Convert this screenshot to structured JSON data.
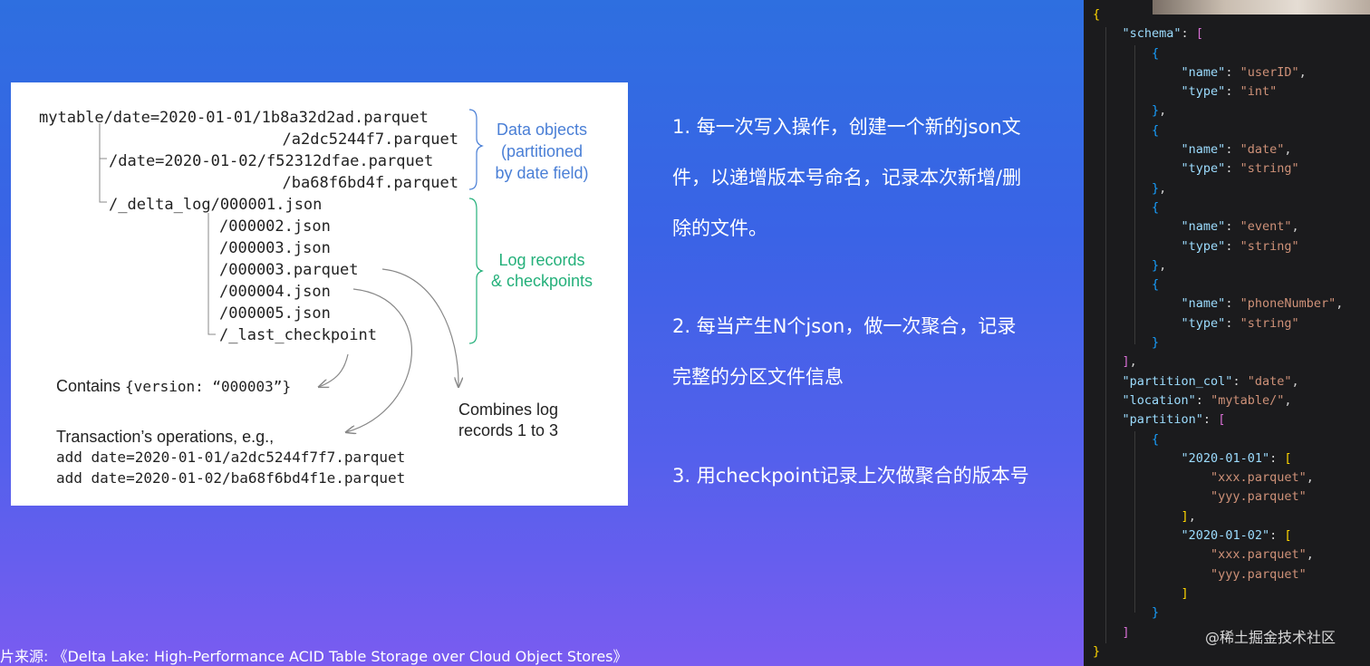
{
  "diagram": {
    "paths": [
      "mytable/date=2020-01-01/1b8a32d2ad.parquet",
      "/a2dc5244f7.parquet",
      "/date=2020-01-02/f52312dfae.parquet",
      "/ba68f6bd4f.parquet",
      "/_delta_log/000001.json",
      "/000002.json",
      "/000003.json",
      "/000003.parquet",
      "/000004.json",
      "/000005.json",
      "/_last_checkpoint"
    ],
    "data_objects_label": [
      "Data objects",
      "(partitioned",
      "by date field)"
    ],
    "log_records_label": [
      "Log records",
      "& checkpoints"
    ],
    "contains_prefix": "Contains ",
    "contains_code": "{version: “000003”}",
    "combines_label": [
      "Combines log",
      "records 1 to 3"
    ],
    "transaction_label": "Transaction’s operations, e.g.,",
    "operations": [
      "add date=2020-01-01/a2dc5244f7f7.parquet",
      "add date=2020-01-02/ba68f6bd4f1e.parquet"
    ]
  },
  "points": [
    [
      "1. 每一次写入操作，创建一个新的json文",
      "件，以递增版本号命名，记录本次新增/删",
      "除的文件。"
    ],
    [
      "2. 每当产生N个json，做一次聚合，记录",
      "完整的分区文件信息"
    ],
    [
      "3. 用checkpoint记录上次做聚合的版本号"
    ]
  ],
  "caption": "片来源: 《Delta Lake: High-Performance ACID Table Storage over Cloud Object Stores》",
  "watermark": "@稀土掘金技术社区",
  "editor": {
    "lines": [
      [
        [
          "b1",
          "{"
        ]
      ],
      [
        [
          "p",
          "    "
        ],
        [
          "k",
          "\"schema\""
        ],
        [
          "p",
          ": "
        ],
        [
          "b2",
          "["
        ]
      ],
      [
        [
          "p",
          "        "
        ],
        [
          "b3",
          "{"
        ]
      ],
      [
        [
          "p",
          "            "
        ],
        [
          "k",
          "\"name\""
        ],
        [
          "p",
          ": "
        ],
        [
          "s",
          "\"userID\""
        ],
        [
          "p",
          ","
        ]
      ],
      [
        [
          "p",
          "            "
        ],
        [
          "k",
          "\"type\""
        ],
        [
          "p",
          ": "
        ],
        [
          "s",
          "\"int\""
        ]
      ],
      [
        [
          "p",
          "        "
        ],
        [
          "b3",
          "}"
        ],
        [
          "p",
          ","
        ]
      ],
      [
        [
          "p",
          "        "
        ],
        [
          "b3",
          "{"
        ]
      ],
      [
        [
          "p",
          "            "
        ],
        [
          "k",
          "\"name\""
        ],
        [
          "p",
          ": "
        ],
        [
          "s",
          "\"date\""
        ],
        [
          "p",
          ","
        ]
      ],
      [
        [
          "p",
          "            "
        ],
        [
          "k",
          "\"type\""
        ],
        [
          "p",
          ": "
        ],
        [
          "s",
          "\"string\""
        ]
      ],
      [
        [
          "p",
          "        "
        ],
        [
          "b3",
          "}"
        ],
        [
          "p",
          ","
        ]
      ],
      [
        [
          "p",
          "        "
        ],
        [
          "b3",
          "{"
        ]
      ],
      [
        [
          "p",
          "            "
        ],
        [
          "k",
          "\"name\""
        ],
        [
          "p",
          ": "
        ],
        [
          "s",
          "\"event\""
        ],
        [
          "p",
          ","
        ]
      ],
      [
        [
          "p",
          "            "
        ],
        [
          "k",
          "\"type\""
        ],
        [
          "p",
          ": "
        ],
        [
          "s",
          "\"string\""
        ]
      ],
      [
        [
          "p",
          "        "
        ],
        [
          "b3",
          "}"
        ],
        [
          "p",
          ","
        ]
      ],
      [
        [
          "p",
          "        "
        ],
        [
          "b3",
          "{"
        ]
      ],
      [
        [
          "p",
          "            "
        ],
        [
          "k",
          "\"name\""
        ],
        [
          "p",
          ": "
        ],
        [
          "s",
          "\"phoneNumber\""
        ],
        [
          "p",
          ","
        ]
      ],
      [
        [
          "p",
          "            "
        ],
        [
          "k",
          "\"type\""
        ],
        [
          "p",
          ": "
        ],
        [
          "s",
          "\"string\""
        ]
      ],
      [
        [
          "p",
          "        "
        ],
        [
          "b3",
          "}"
        ]
      ],
      [
        [
          "p",
          "    "
        ],
        [
          "b2",
          "]"
        ],
        [
          "p",
          ","
        ]
      ],
      [
        [
          "p",
          "    "
        ],
        [
          "k",
          "\"partition_col\""
        ],
        [
          "p",
          ": "
        ],
        [
          "s",
          "\"date\""
        ],
        [
          "p",
          ","
        ]
      ],
      [
        [
          "p",
          "    "
        ],
        [
          "k",
          "\"location\""
        ],
        [
          "p",
          ": "
        ],
        [
          "s",
          "\"mytable/\""
        ],
        [
          "p",
          ","
        ]
      ],
      [
        [
          "p",
          "    "
        ],
        [
          "k",
          "\"partition\""
        ],
        [
          "p",
          ": "
        ],
        [
          "b2",
          "["
        ]
      ],
      [
        [
          "p",
          "        "
        ],
        [
          "b3",
          "{"
        ]
      ],
      [
        [
          "p",
          "            "
        ],
        [
          "k",
          "\"2020-01-01\""
        ],
        [
          "p",
          ": "
        ],
        [
          "b1",
          "["
        ]
      ],
      [
        [
          "p",
          "                "
        ],
        [
          "s",
          "\"xxx.parquet\""
        ],
        [
          "p",
          ","
        ]
      ],
      [
        [
          "p",
          "                "
        ],
        [
          "s",
          "\"yyy.parquet\""
        ]
      ],
      [
        [
          "p",
          "            "
        ],
        [
          "b1",
          "]"
        ],
        [
          "p",
          ","
        ]
      ],
      [
        [
          "p",
          "            "
        ],
        [
          "k",
          "\"2020-01-02\""
        ],
        [
          "p",
          ": "
        ],
        [
          "b1",
          "["
        ]
      ],
      [
        [
          "p",
          "                "
        ],
        [
          "s",
          "\"xxx.parquet\""
        ],
        [
          "p",
          ","
        ]
      ],
      [
        [
          "p",
          "                "
        ],
        [
          "s",
          "\"yyy.parquet\""
        ]
      ],
      [
        [
          "p",
          "            "
        ],
        [
          "b1",
          "]"
        ]
      ],
      [
        [
          "p",
          "        "
        ],
        [
          "b3",
          "}"
        ]
      ],
      [
        [
          "p",
          "    "
        ],
        [
          "b2",
          "]"
        ]
      ],
      [
        [
          "b1",
          "}"
        ]
      ]
    ]
  }
}
